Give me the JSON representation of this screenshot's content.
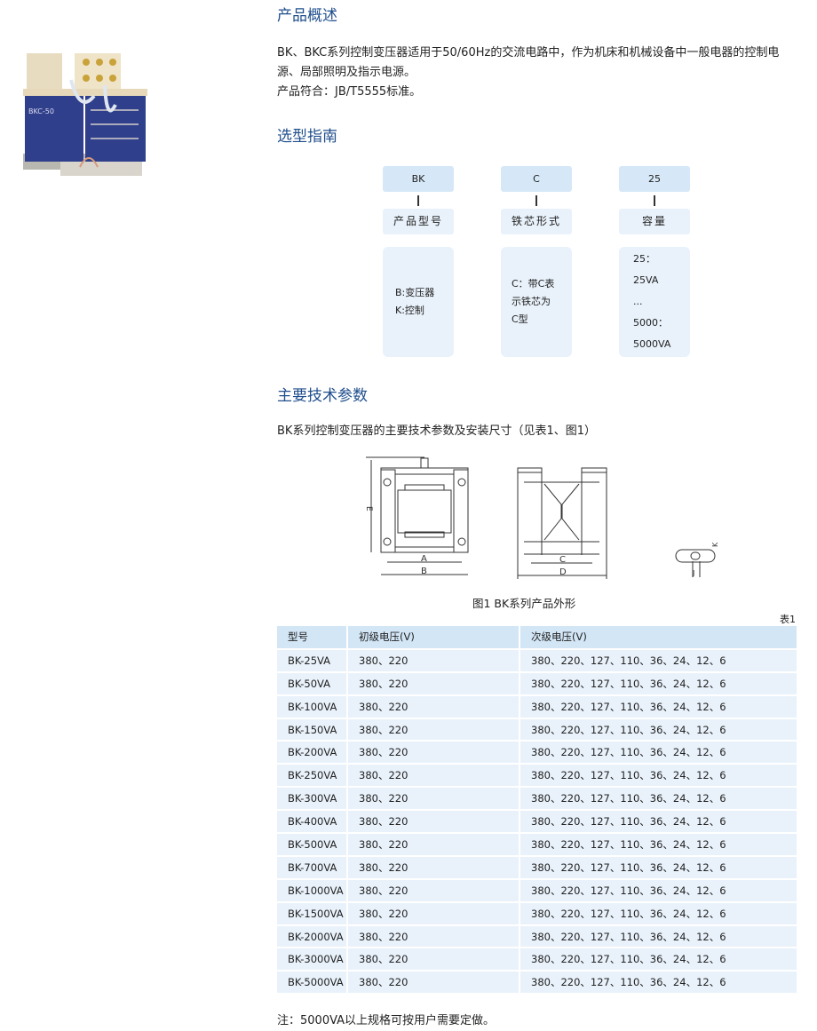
{
  "overview": {
    "title": "产品概述",
    "lines": [
      "BK、BKC系列控制变压器适用于50/60Hz的交流电路中，作为机床和机械设备中一般电器的控制电源、局部照明及指示电源。",
      "产品符合：JB/T5555标准。"
    ]
  },
  "guide": {
    "title": "选型指南",
    "columns": [
      {
        "code": "BK",
        "label": "产品型号",
        "desc": [
          "B:变压器",
          "K:控制"
        ]
      },
      {
        "code": "C",
        "label": "铁芯形式",
        "desc": [
          "C：带C表",
          "示铁芯为",
          "C型"
        ]
      },
      {
        "code": "25",
        "label": "容量",
        "desc": [
          "25：",
          "25VA",
          "...",
          "5000：",
          "5000VA"
        ]
      }
    ]
  },
  "specs": {
    "title": "主要技术参数",
    "intro": "BK系列控制变压器的主要技术参数及安装尺寸（见表1、图1）",
    "figure_caption": "图1  BK系列产品外形",
    "dim_labels": {
      "A": "A",
      "B": "B",
      "C": "C",
      "D": "D",
      "E": "E",
      "J": "J",
      "K": "K"
    },
    "table_label": "表1"
  },
  "table": {
    "headers": [
      "型号",
      "初级电压(V)",
      "次级电压(V)"
    ],
    "rows": [
      [
        "BK-25VA",
        "380、220",
        "380、220、127、110、36、24、12、6"
      ],
      [
        "BK-50VA",
        "380、220",
        "380、220、127、110、36、24、12、6"
      ],
      [
        "BK-100VA",
        "380、220",
        "380、220、127、110、36、24、12、6"
      ],
      [
        "BK-150VA",
        "380、220",
        "380、220、127、110、36、24、12、6"
      ],
      [
        "BK-200VA",
        "380、220",
        "380、220、127、110、36、24、12、6"
      ],
      [
        "BK-250VA",
        "380、220",
        "380、220、127、110、36、24、12、6"
      ],
      [
        "BK-300VA",
        "380、220",
        "380、220、127、110、36、24、12、6"
      ],
      [
        "BK-400VA",
        "380、220",
        "380、220、127、110、36、24、12、6"
      ],
      [
        "BK-500VA",
        "380、220",
        "380、220、127、110、36、24、12、6"
      ],
      [
        "BK-700VA",
        "380、220",
        "380、220、127、110、36、24、12、6"
      ],
      [
        "BK-1000VA",
        "380、220",
        "380、220、127、110、36、24、12、6"
      ],
      [
        "BK-1500VA",
        "380、220",
        "380、220、127、110、36、24、12、6"
      ],
      [
        "BK-2000VA",
        "380、220",
        "380、220、127、110、36、24、12、6"
      ],
      [
        "BK-3000VA",
        "380、220",
        "380、220、127、110、36、24、12、6"
      ],
      [
        "BK-5000VA",
        "380、220",
        "380、220、127、110、36、24、12、6"
      ]
    ]
  },
  "note": "注：5000VA以上规格可按用户需要定做。",
  "photo": {
    "label_text": "BKC-50"
  }
}
